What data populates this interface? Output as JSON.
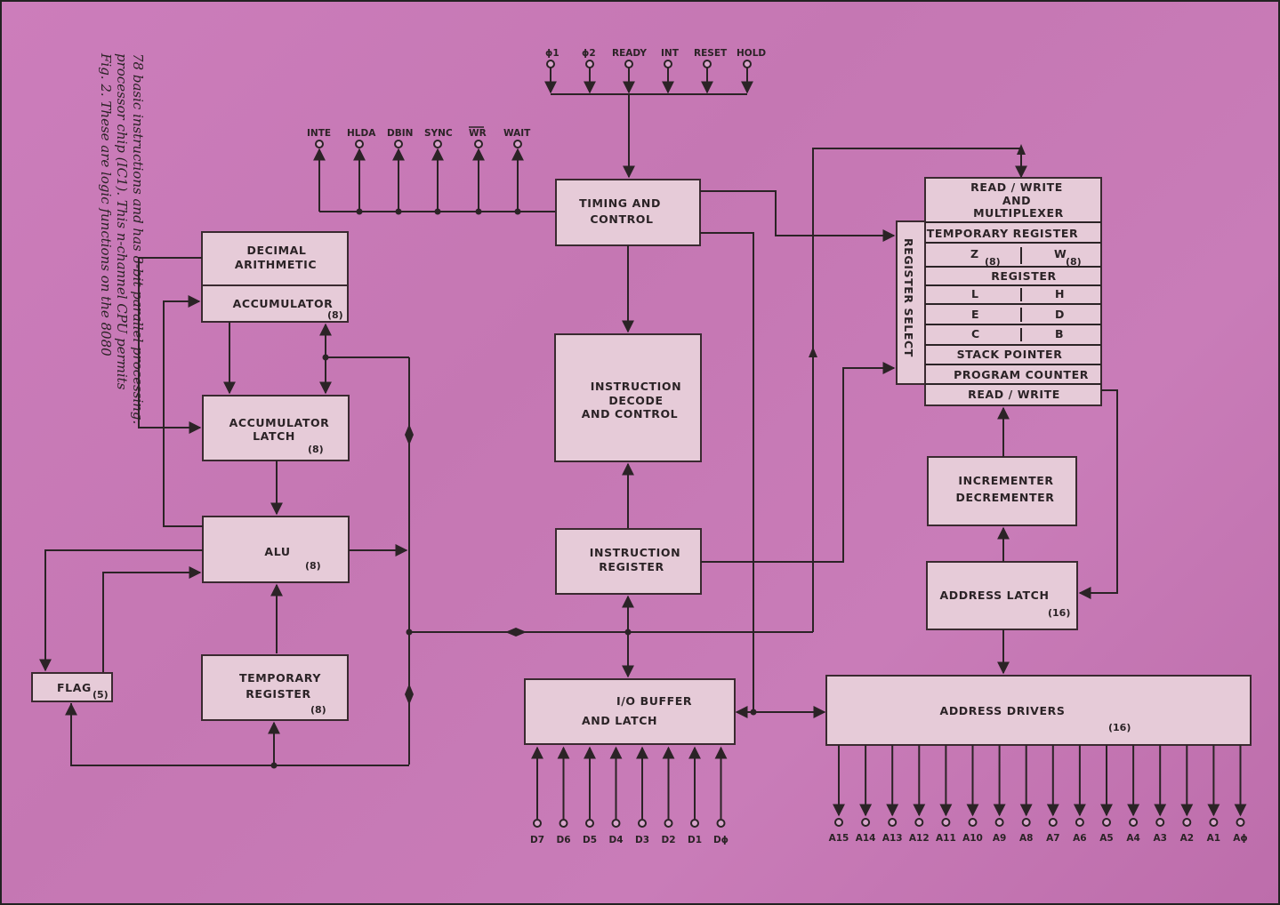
{
  "caption": {
    "lines": [
      "Fig. 2. These are logic functions on the 8080",
      "processor chip (IC1). This n-channel CPU permits",
      "78 basic instructions and has 8-bit parallel processing."
    ]
  },
  "control_inputs": [
    "ϕ1",
    "ϕ2",
    "READY",
    "INT",
    "RESET",
    "HOLD"
  ],
  "control_outputs": [
    "INTE",
    "HLDA",
    "DBIN",
    "SYNC",
    "WR",
    "WAIT"
  ],
  "blocks": {
    "timing": [
      "TIMING AND",
      "CONTROL"
    ],
    "decimal": [
      "DECIMAL",
      "ARITHMETIC"
    ],
    "accumulator": "ACCUMULATOR",
    "accumulator_bits": "(8)",
    "acc_latch": [
      "ACCUMULATOR",
      "LATCH"
    ],
    "acc_latch_bits": "(8)",
    "alu": "ALU",
    "alu_bits": "(8)",
    "flag": "FLAG",
    "flag_bits": "(5)",
    "temp_reg": [
      "TEMPORARY",
      "REGISTER"
    ],
    "temp_reg_bits": "(8)",
    "instr_decode": [
      "INSTRUCTION",
      "DECODE",
      "AND  CONTROL"
    ],
    "instr_reg": [
      "INSTRUCTION",
      "REGISTER"
    ],
    "io_buffer": [
      "I/O  BUFFER",
      "AND  LATCH"
    ],
    "address_drivers": "ADDRESS   DRIVERS",
    "address_drivers_bits": "(16)",
    "address_latch": "ADDRESS   LATCH",
    "address_latch_bits": "(16)",
    "inc_dec": [
      "INCREMENTER",
      "DECREMENTER"
    ],
    "register_select": "REGISTER   SELECT",
    "rw_mux": [
      "READ / WRITE",
      "AND",
      "MULTIPLEXER"
    ],
    "reg_rows": {
      "temp": "TEMPORARY   REGISTER",
      "z": "Z",
      "z_bits": "(8)",
      "w": "W",
      "w_bits": "(8)",
      "register": "REGISTER",
      "l": "L",
      "h": "H",
      "e": "E",
      "d": "D",
      "c": "C",
      "b": "B",
      "sp": "STACK   POINTER",
      "pc": "PROGRAM   COUNTER",
      "rw": "READ / WRITE"
    }
  },
  "data_pins": [
    "D7",
    "D6",
    "D5",
    "D4",
    "D3",
    "D2",
    "D1",
    "Dϕ"
  ],
  "address_pins": [
    "A15",
    "A14",
    "A13",
    "A12",
    "A11",
    "A10",
    "A9",
    "A8",
    "A7",
    "A6",
    "A5",
    "A4",
    "A3",
    "A2",
    "A1",
    "Aϕ"
  ]
}
